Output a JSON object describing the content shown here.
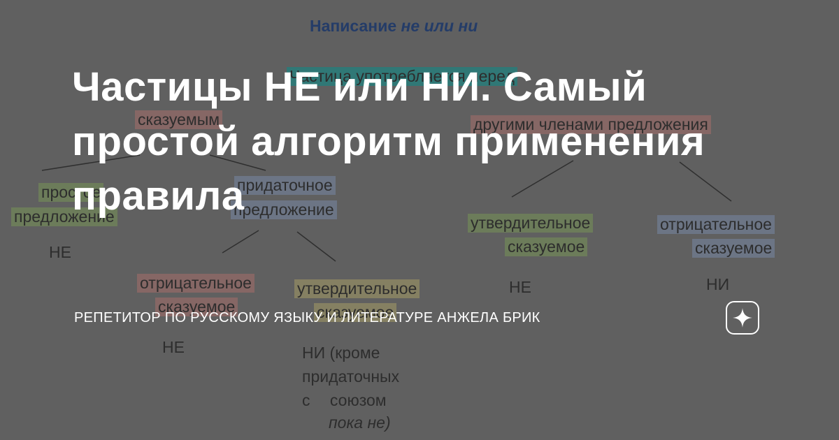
{
  "background_diagram": {
    "title_part1": "Написание",
    "title_part2": "не или ни",
    "top_box": "Частица употребляется перед",
    "left_branch": "сказуемым",
    "right_branch": "другими членами предложения",
    "simple_sentence_line1": "простое",
    "simple_sentence_line2": "предложение",
    "subordinate_line1": "придаточное",
    "subordinate_line2": "предложение",
    "affirmative_line1": "утвердительное",
    "affirmative_line2": "сказуемое",
    "negative_line1": "отрицательное",
    "negative_line2": "сказуемое",
    "ne_1": "НЕ",
    "ne_2": "НЕ",
    "ne_3": "НЕ",
    "ni_1": "НИ",
    "ni_note_line1": "НИ (кроме",
    "ni_note_line2": "придаточных",
    "ni_note_line3_a": "с",
    "ni_note_line3_b": "союзом",
    "ni_note_line4": "пока не)"
  },
  "headline": "Частицы НЕ или НИ. Самый простой алгоритм применения правила",
  "author": "РЕПЕТИТОР ПО РУССКОМУ ЯЗЫКУ И ЛИТЕРАТУРЕ АНЖЕЛА БРИК",
  "logo_icon": "sparkle-star-icon",
  "colors": {
    "background": "#6f6f6f",
    "headline": "#ffffff",
    "title_blue": "#1f3f7a"
  }
}
